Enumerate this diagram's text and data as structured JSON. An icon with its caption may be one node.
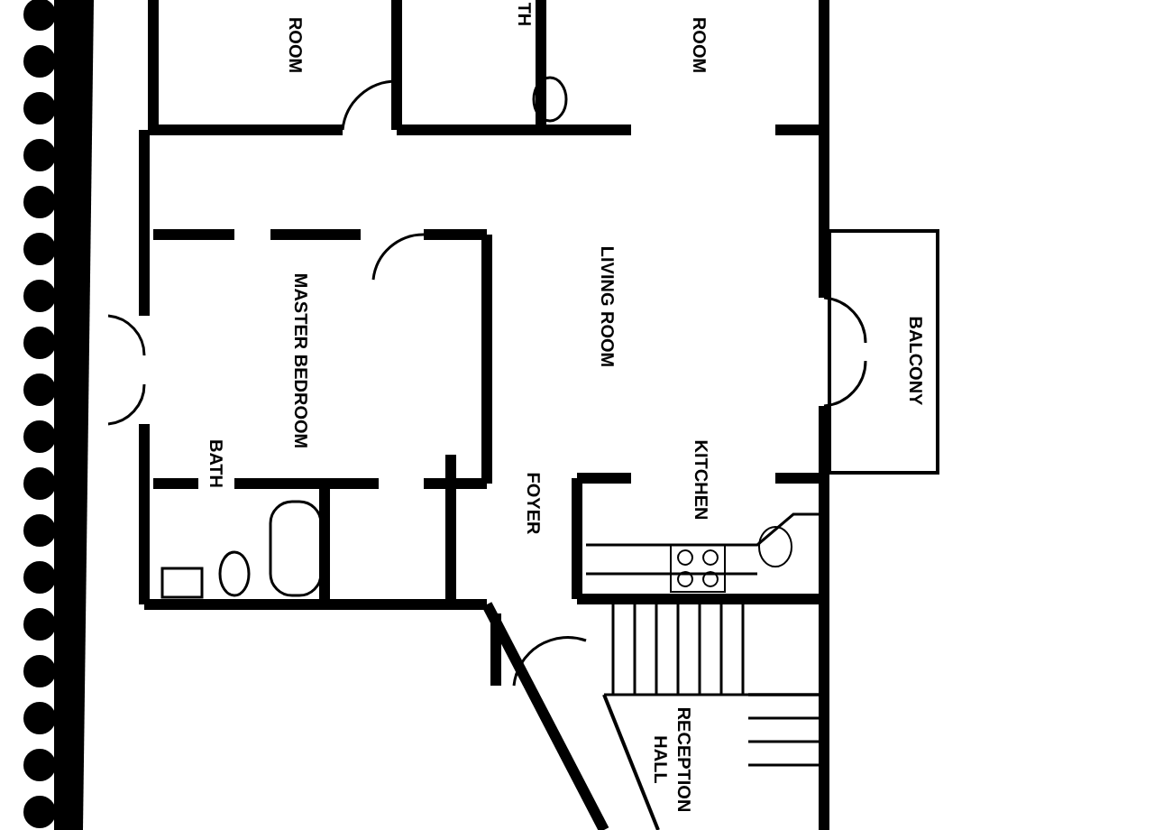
{
  "diagram": {
    "labels": [
      "ROOM",
      "TH",
      "ROOM",
      "MASTER BEDROOM",
      "LIVING ROOM",
      "BATH",
      "FOYER",
      "KITCHEN",
      "BALCONY",
      "RECEPTION HALL"
    ]
  }
}
